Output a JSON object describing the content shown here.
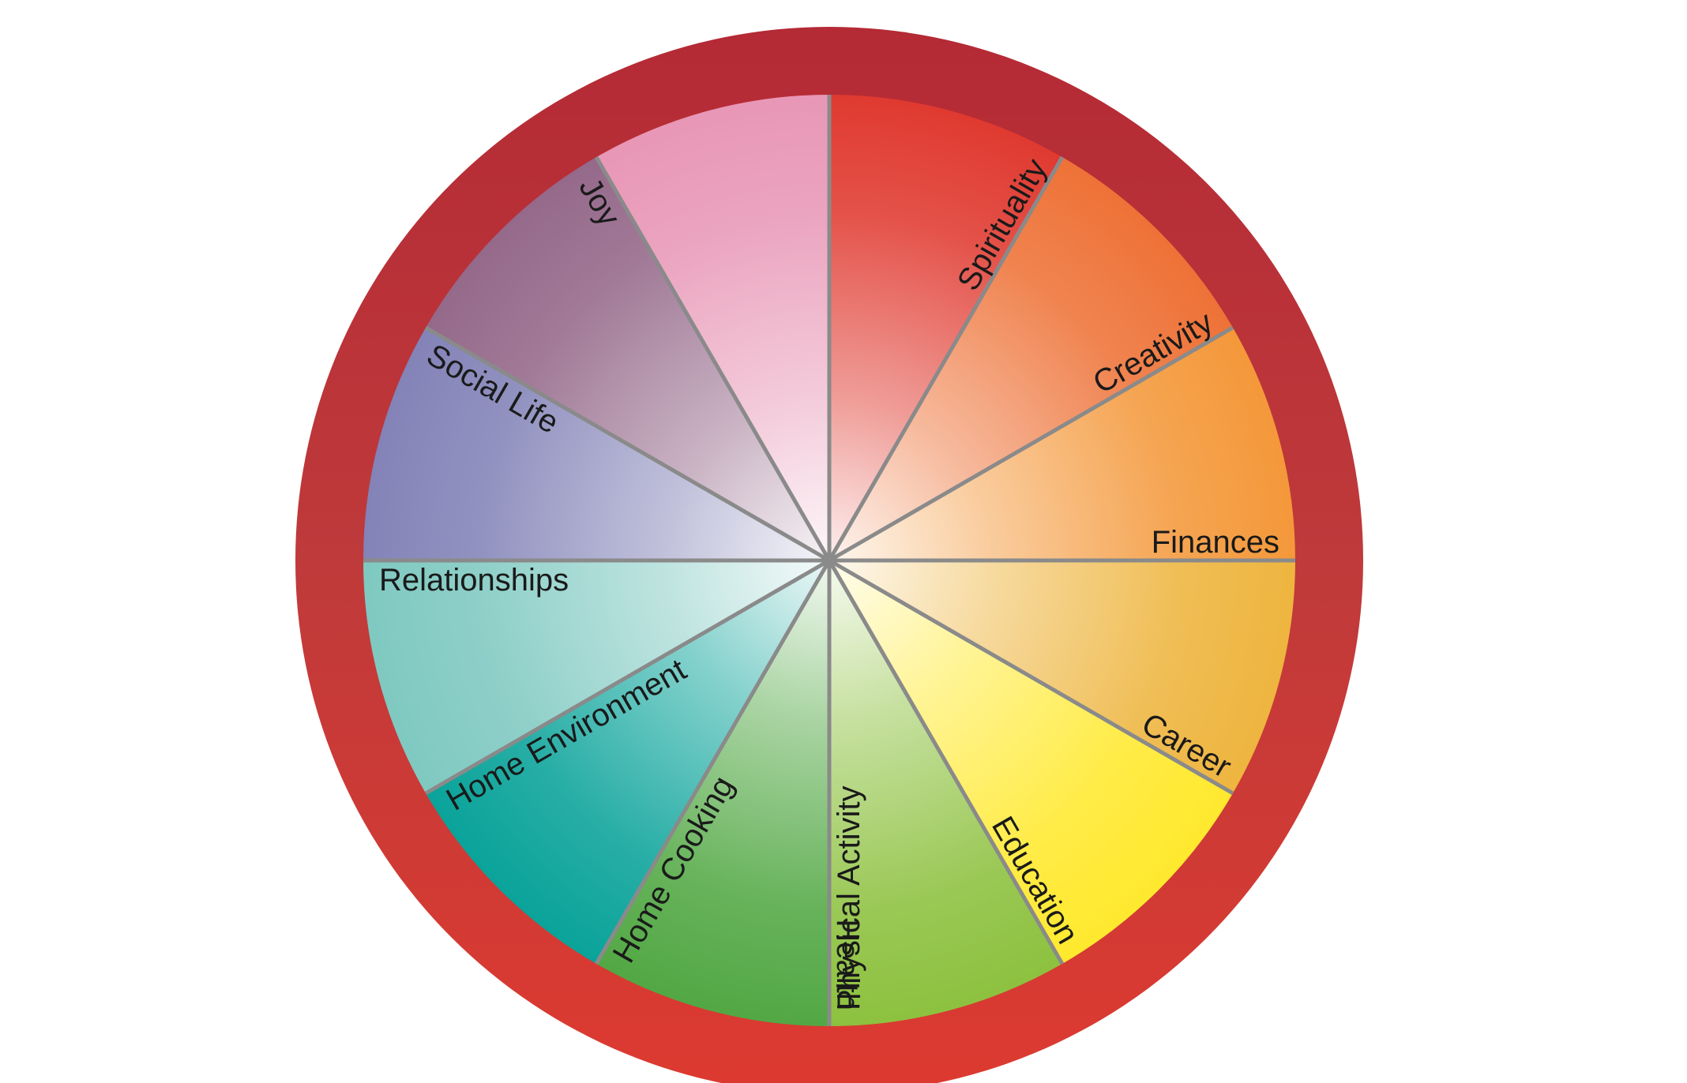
{
  "wheel": {
    "segments": [
      {
        "label": "Spirituality",
        "color": "#E03A30"
      },
      {
        "label": "Creativity",
        "color": "#EE7237"
      },
      {
        "label": "Finances",
        "color": "#F4983A"
      },
      {
        "label": "Career",
        "color": "#EEB53F"
      },
      {
        "label": "Education",
        "color": "#FFE92E"
      },
      {
        "label": "Health",
        "color": "#8DC13F"
      },
      {
        "label": "Physical Activity",
        "color": "#52A844"
      },
      {
        "label": "Home Cooking",
        "color": "#0AA39A"
      },
      {
        "label": "Home Environment",
        "color": "#7FC9C1"
      },
      {
        "label": "Relationships",
        "color": "#8383B8"
      },
      {
        "label": "Social Life",
        "color": "#95698A"
      },
      {
        "label": "Joy",
        "color": "#E897B6"
      }
    ],
    "ring_color_top": "#B42A35",
    "ring_color_bottom": "#DD3A30",
    "divider_color": "#8A8A8A"
  }
}
